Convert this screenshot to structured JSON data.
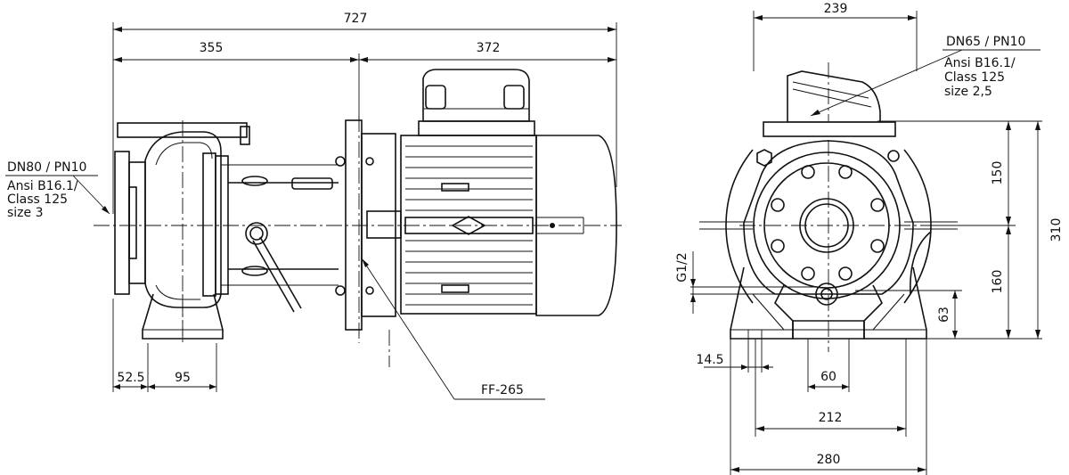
{
  "dimensions": {
    "total_length": "727",
    "pump_length": "355",
    "motor_length": "372",
    "front_width": "239",
    "total_height": "310",
    "upper_height": "150",
    "lower_height": "160",
    "drain_height": "63",
    "foot_offset": "52.5",
    "foot_length": "95",
    "bolt_hole": "14.5",
    "base_inner": "60",
    "base_mid": "212",
    "base_outer": "280"
  },
  "labels": {
    "suction": [
      "DN80 / PN10",
      "Ansi B16.1/",
      "Class 125",
      "size 3"
    ],
    "discharge": [
      "DN65 / PN10",
      "Ansi B16.1/",
      "Class 125",
      "size 2,5"
    ],
    "flange": "FF-265",
    "drain": "G1/2"
  }
}
